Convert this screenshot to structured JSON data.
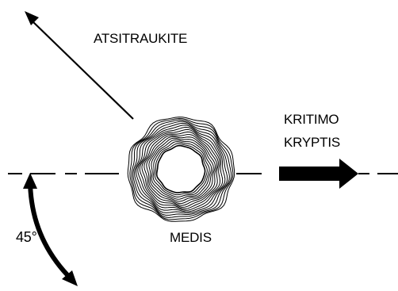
{
  "labels": {
    "retreat": "ATSITRAUKITE",
    "fall_direction_line1": "KRITIMO",
    "fall_direction_line2": "KRYPTIS",
    "tree": "MEDIS",
    "angle": "45°"
  },
  "tree_rings": 16,
  "colors": {
    "ink": "#000000",
    "background": "#ffffff"
  }
}
